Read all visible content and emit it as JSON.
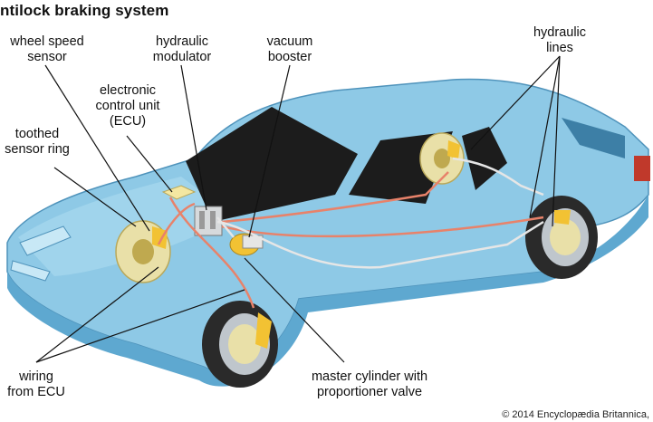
{
  "title": "ntilock braking system",
  "labels": {
    "wheel_speed_sensor": "wheel speed\nsensor",
    "hydraulic_modulator": "hydraulic\nmodulator",
    "vacuum_booster": "vacuum\nbooster",
    "hydraulic_lines": "hydraulic\nlines",
    "ecu": "electronic\ncontrol unit\n(ECU)",
    "toothed_sensor_ring": "toothed\nsensor ring",
    "wiring": "wiring\nfrom ECU",
    "master_cylinder": "master cylinder with\nproportioner valve"
  },
  "credit": "© 2014 Encyclopædia Britannica,",
  "colors": {
    "car_body": "#8ec9e6",
    "car_shadow": "#5ea8d0",
    "glass": "#1c1c1c",
    "tire": "#2a2a2a",
    "rotor": "#e9e0a8",
    "caliper": "#f2c233",
    "wiring": "#e8826a",
    "hydraulic": "#e6e6e6"
  }
}
